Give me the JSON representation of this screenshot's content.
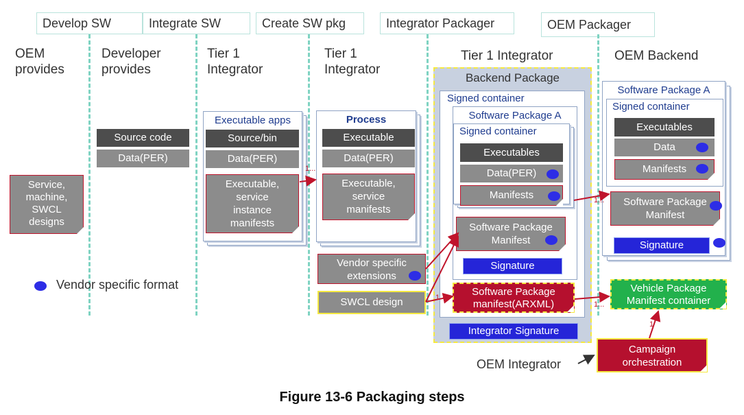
{
  "steps": [
    "Develop SW",
    "Integrate SW",
    "Create SW pkg",
    "Integrator Packager",
    "OEM Packager"
  ],
  "columns": {
    "oem_provides": [
      "OEM",
      "provides"
    ],
    "developer_provides": [
      "Developer",
      "provides"
    ],
    "tier1_a": [
      "Tier 1",
      "Integrator"
    ],
    "tier1_b": [
      "Tier 1",
      "Integrator"
    ],
    "tier1_integrator": "Tier 1 Integrator",
    "oem_backend": "OEM Backend"
  },
  "oem": {
    "designs": [
      "Service,",
      "machine,",
      "SWCL",
      "designs"
    ]
  },
  "developer": {
    "source_code": "Source code",
    "data": "Data(PER)"
  },
  "tier1_a": {
    "title": "Executable apps",
    "source_bin": "Source/bin",
    "data": "Data(PER)",
    "manifests": [
      "Executable,",
      "service",
      "instance",
      "manifests"
    ]
  },
  "tier1_b": {
    "title": "Process",
    "executable": "Executable",
    "data": "Data(PER)",
    "manifests": [
      "Executable,",
      "service",
      "manifests"
    ]
  },
  "inputs": {
    "vendor_ext": [
      "Vendor specific",
      "extensions"
    ],
    "swcl_design": "SWCL design"
  },
  "legend": {
    "vendor_format": "Vendor specific format"
  },
  "backend": {
    "title": "Backend Package",
    "signed_container": "Signed container",
    "pkg_a": "Software Package A",
    "inner_signed": "Signed container",
    "executables": "Executables",
    "data": "Data(PER)",
    "manifests": "Manifests",
    "pkg_manifest": [
      "Software Package",
      "Manifest"
    ],
    "signature": "Signature",
    "arxml": [
      "Software Package",
      "manifest(ARXML)"
    ],
    "integrator_signature": "Integrator Signature"
  },
  "oem_backend": {
    "pkg_a": "Software Package A",
    "signed_container": "Signed container",
    "executables": "Executables",
    "data": "Data",
    "manifests": "Manifests",
    "pkg_manifest": [
      "Software Package",
      "Manifest"
    ],
    "signature": "Signature",
    "vehicle_manifest": [
      "Vehicle Package",
      "Manifest container"
    ],
    "campaign": [
      "Campaign",
      "orchestration"
    ]
  },
  "multiplicities": {
    "one_dots": "1...",
    "one": "1"
  },
  "oem_integrator": "OEM Integrator",
  "caption": "Figure 13-6 Packaging steps",
  "colors": {
    "step_border": "#b9e3dc",
    "dash_line": "#7fd3c2",
    "dark_box": "#4d4d4d",
    "grey_box": "#8c8c8c",
    "red": "#c0142c",
    "crimson": "#b5102e",
    "signature_blue": "#2525d8",
    "vendor_dot": "#2d2de6",
    "highlight_yellow": "#f5e940",
    "vehicle_green": "#22b14c"
  }
}
